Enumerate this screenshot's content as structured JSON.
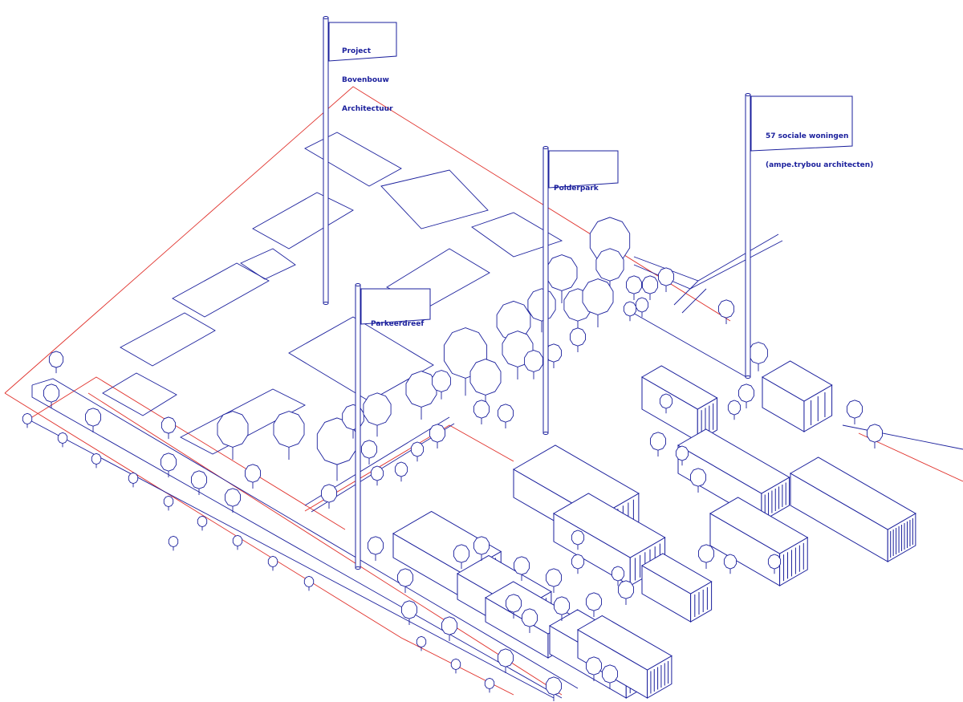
{
  "colors": {
    "ink": "#1a1f9c",
    "boundary": "#e0302a",
    "background": "#ffffff"
  },
  "flags": [
    {
      "id": "bovenbouw",
      "lines": [
        "Project",
        "Bovenbouw",
        "Architectuur"
      ]
    },
    {
      "id": "polderpark",
      "lines": [
        "Polderpark"
      ]
    },
    {
      "id": "parkeerdreef",
      "lines": [
        "Parkeerdreef"
      ]
    },
    {
      "id": "woningen",
      "lines": [
        "57 sociale woningen",
        "(ampe.trybou architecten)"
      ]
    }
  ]
}
